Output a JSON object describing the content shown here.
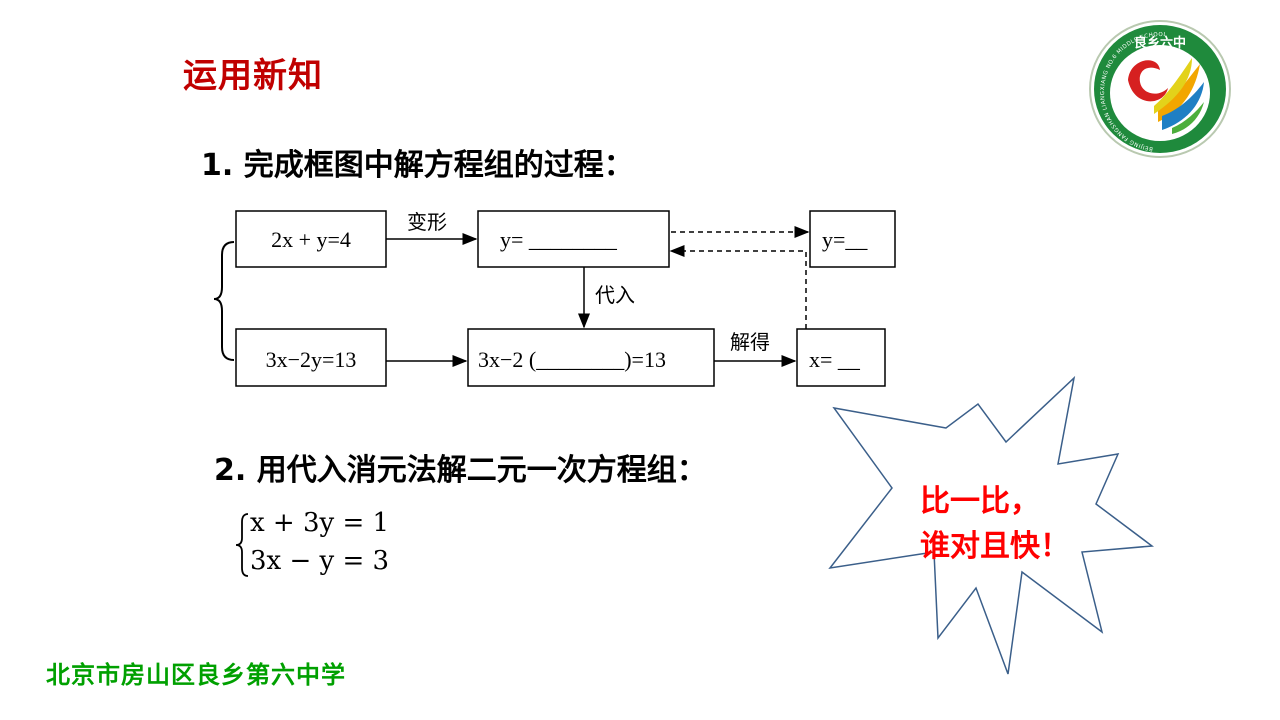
{
  "title": "运用新知",
  "question1": "1. 完成框图中解方程组的过程：",
  "diagram": {
    "eq_top": "2x + y=4",
    "eq_bottom": "3x−2y=13",
    "box_y_expr": "y= ________",
    "box_substituted": "3x−2 (________)=13",
    "box_x_result": "x= __",
    "box_y_result": "y=__",
    "label_transform": "变形",
    "label_substitute": "代入",
    "label_solve": "解得"
  },
  "question2": "2. 用代入消元法解二元一次方程组：",
  "system": {
    "line1": "x + 3y = 1",
    "line2": "3x − y = 3"
  },
  "callout": {
    "line1": "比一比，",
    "line2": "谁对且快！"
  },
  "logo": {
    "text_top": "良乡六中",
    "ring_text": "BEIJING FANGSHAN LIANGXIANG NO.6 MIDDLE SCHOOL"
  },
  "footer": "北京市房山区良乡第六中学",
  "colors": {
    "title": "#c00000",
    "footer": "#00a000",
    "callout_text": "#ff0000",
    "callout_stroke": "#3b5f8a"
  }
}
